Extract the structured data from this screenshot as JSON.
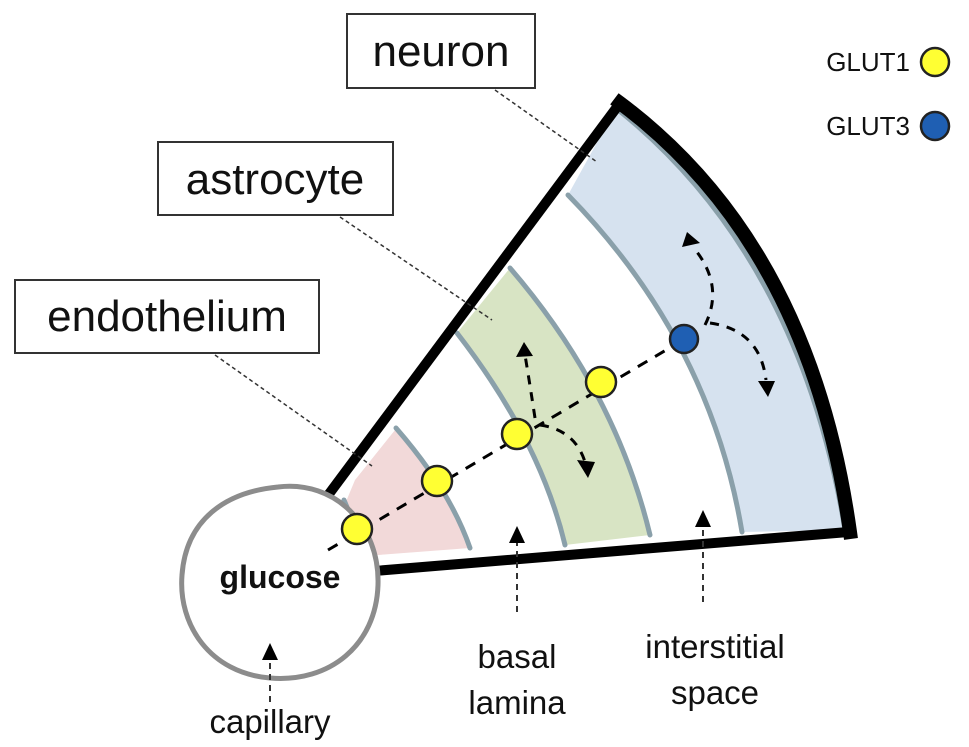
{
  "labels": {
    "neuron": "neuron",
    "astrocyte": "astrocyte",
    "endothelium": "endothelium",
    "glucose": "glucose",
    "capillary": "capillary",
    "basal_lamina_line1": "basal",
    "basal_lamina_line2": "lamina",
    "interstitial_line1": "interstitial",
    "interstitial_line2": "space"
  },
  "legend": [
    {
      "label": "GLUT1",
      "color": "#ffff33"
    },
    {
      "label": "GLUT3",
      "color": "#1f5fb3"
    }
  ],
  "colors": {
    "endothelium": "#f2d9d9",
    "astrocyte": "#d8e4c4",
    "neuron": "#d6e2ef",
    "membrane": "#8aa0aa",
    "capillary_outline": "#8c8c8c",
    "wall": "#000000"
  }
}
